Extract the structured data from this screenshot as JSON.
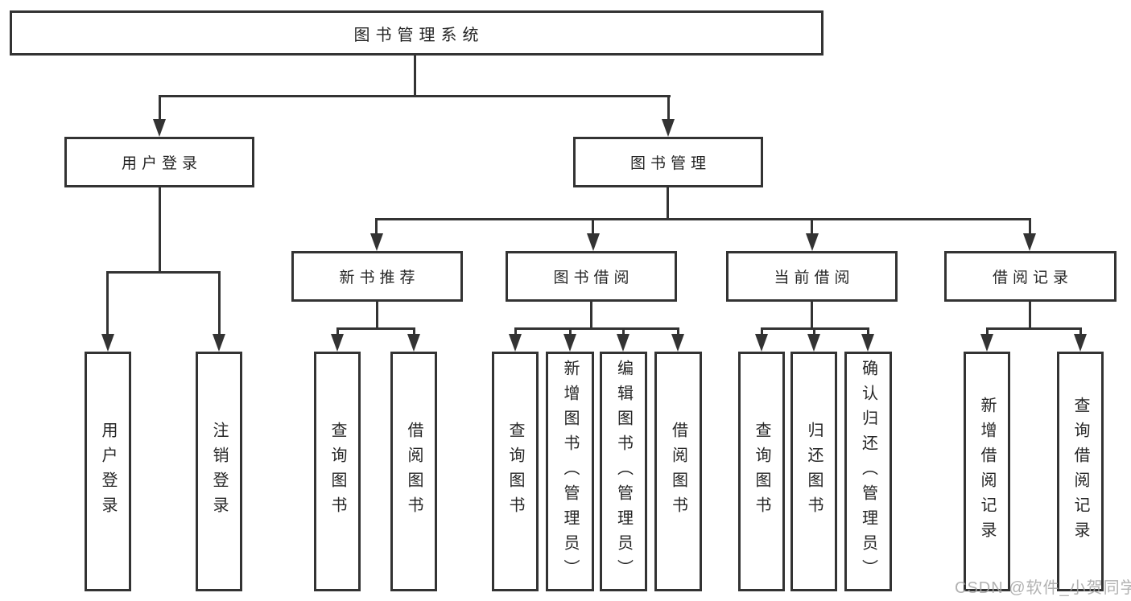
{
  "diagram": {
    "title": "图书管理系统",
    "level2": [
      {
        "id": "user-login",
        "label": "用户登录"
      },
      {
        "id": "book-management",
        "label": "图书管理"
      }
    ],
    "level3": [
      {
        "id": "new-book-recommend",
        "label": "新书推荐"
      },
      {
        "id": "book-borrow",
        "label": "图书借阅"
      },
      {
        "id": "current-borrow",
        "label": "当前借阅"
      },
      {
        "id": "borrow-records",
        "label": "借阅记录"
      }
    ],
    "level4": [
      {
        "parent": "user-login",
        "items": [
          "用户登录",
          "注销登录"
        ]
      },
      {
        "parent": "new-book-recommend",
        "items": [
          "查询图书",
          "借阅图书"
        ]
      },
      {
        "parent": "book-borrow",
        "items": [
          "查询图书",
          "新增图书（管理员）",
          "编辑图书（管理员）",
          "借阅图书"
        ]
      },
      {
        "parent": "current-borrow",
        "items": [
          "查询图书",
          "归还图书",
          "确认归还（管理员）"
        ]
      },
      {
        "parent": "borrow-records",
        "items": [
          "新增借阅记录",
          "查询借阅记录"
        ]
      }
    ]
  },
  "watermark": "CSDN @软件_小贺同学",
  "colors": {
    "line": "#333333",
    "text": "#262626",
    "background": "#ffffff",
    "watermark": "#a5a5a5"
  }
}
